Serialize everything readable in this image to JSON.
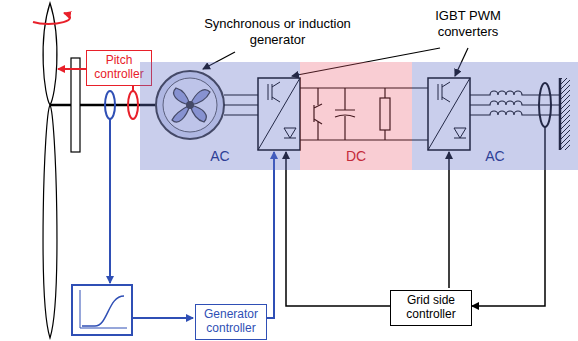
{
  "diagram": {
    "nodes": [
      {
        "text": [
          "Pitch controller"
        ]
      },
      {
        "text": [
          "AC"
        ]
      },
      {
        "text": [
          "DC"
        ]
      },
      {
        "text": [
          "AC"
        ]
      },
      {
        "text": [
          "Generator controller"
        ]
      },
      {
        "text": [
          "Grid side controller"
        ]
      }
    ],
    "labels": [
      "Synchronous or induction generator",
      "IGBT PWM converters"
    ]
  }
}
